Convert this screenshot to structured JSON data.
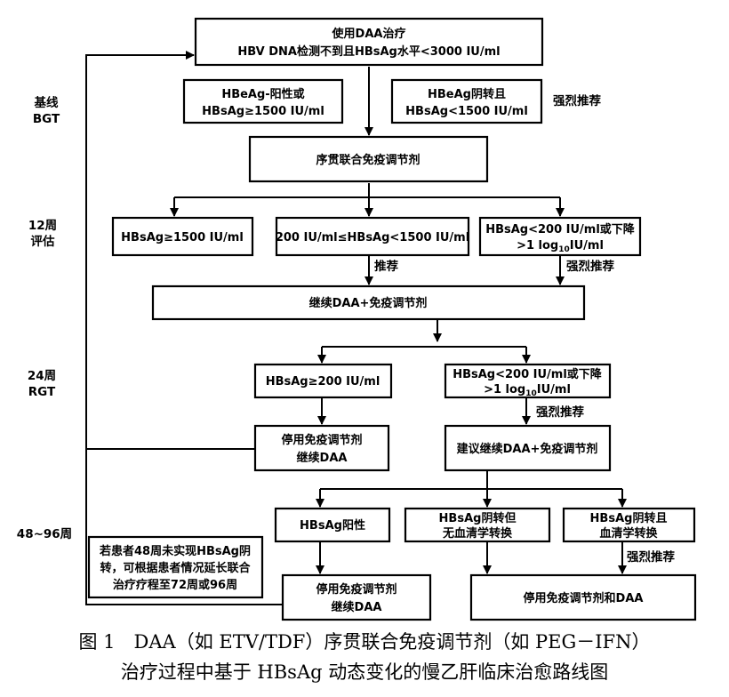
{
  "stage_labels": {
    "baseline": {
      "line1": "基线",
      "line2": "BGT"
    },
    "week12": {
      "line1": "12周",
      "line2": "评估"
    },
    "week24": {
      "line1": "24周",
      "line2": "RGT"
    },
    "week48_96": {
      "line1": "48~96周"
    }
  },
  "boxes": {
    "start": {
      "line1": "使用DAA治疗",
      "line2": "HBV DNA检测不到且HBsAg水平<3000 IU/ml"
    },
    "baseline_positive": {
      "line1": "HBeAg-阳性或",
      "line2": "HBsAg≥1500 IU/ml"
    },
    "baseline_negative": {
      "line1": "HBeAg阴转且",
      "line2": "HBsAg<1500 IU/ml"
    },
    "sequential": {
      "text": "序贯联合免疫调节剂"
    },
    "w12_high": {
      "text": "HBsAg≥1500 IU/ml"
    },
    "w12_mid": {
      "text": "200 IU/ml≤HBsAg<1500 IU/ml"
    },
    "w12_low": {
      "line1": "HBsAg<200 IU/ml或下降",
      "line2a": ">1 log",
      "line2sub": "10",
      "line2b": "IU/ml"
    },
    "continue": {
      "text": "继续DAA+免疫调节剂"
    },
    "w24_high": {
      "text": "HBsAg≥200 IU/ml"
    },
    "w24_low": {
      "line1": "HBsAg<200 IU/ml或下降",
      "line2a": ">1 log",
      "line2sub": "10",
      "line2b": "IU/ml"
    },
    "stop_immuno_1": {
      "line1": "停用免疫调节剂",
      "line2": "继续DAA"
    },
    "recommend_continue": {
      "text": "建议继续DAA+免疫调节剂"
    },
    "w48_positive": {
      "text": "HBsAg阳性"
    },
    "w48_neg_no_sero": {
      "line1": "HBsAg阴转但",
      "line2": "无血清学转换"
    },
    "w48_neg_sero": {
      "line1": "HBsAg阴转且",
      "line2": "血清学转换"
    },
    "extend_note": {
      "line1": "若患者48周未实现HBsAg阴",
      "line2": "转，可根据患者情况延长联合",
      "line3": "治疗疗程至72周或96周"
    },
    "stop_immuno_2": {
      "line1": "停用免疫调节剂",
      "line2": "继续DAA"
    },
    "stop_all": {
      "text": "停用免疫调节剂和DAA"
    }
  },
  "annotations": {
    "strong_baseline": "强烈推荐",
    "recommend_w12": "推荐",
    "strong_w12": "强烈推荐",
    "strong_w24": "强烈推荐",
    "strong_w48": "强烈推荐"
  },
  "caption": {
    "line1": "图 1　DAA（如 ETV/TDF）序贯联合免疫调节剂（如 PEG－IFN）",
    "line2": "治疗过程中基于 HBsAg 动态变化的慢乙肝临床治愈路线图"
  }
}
